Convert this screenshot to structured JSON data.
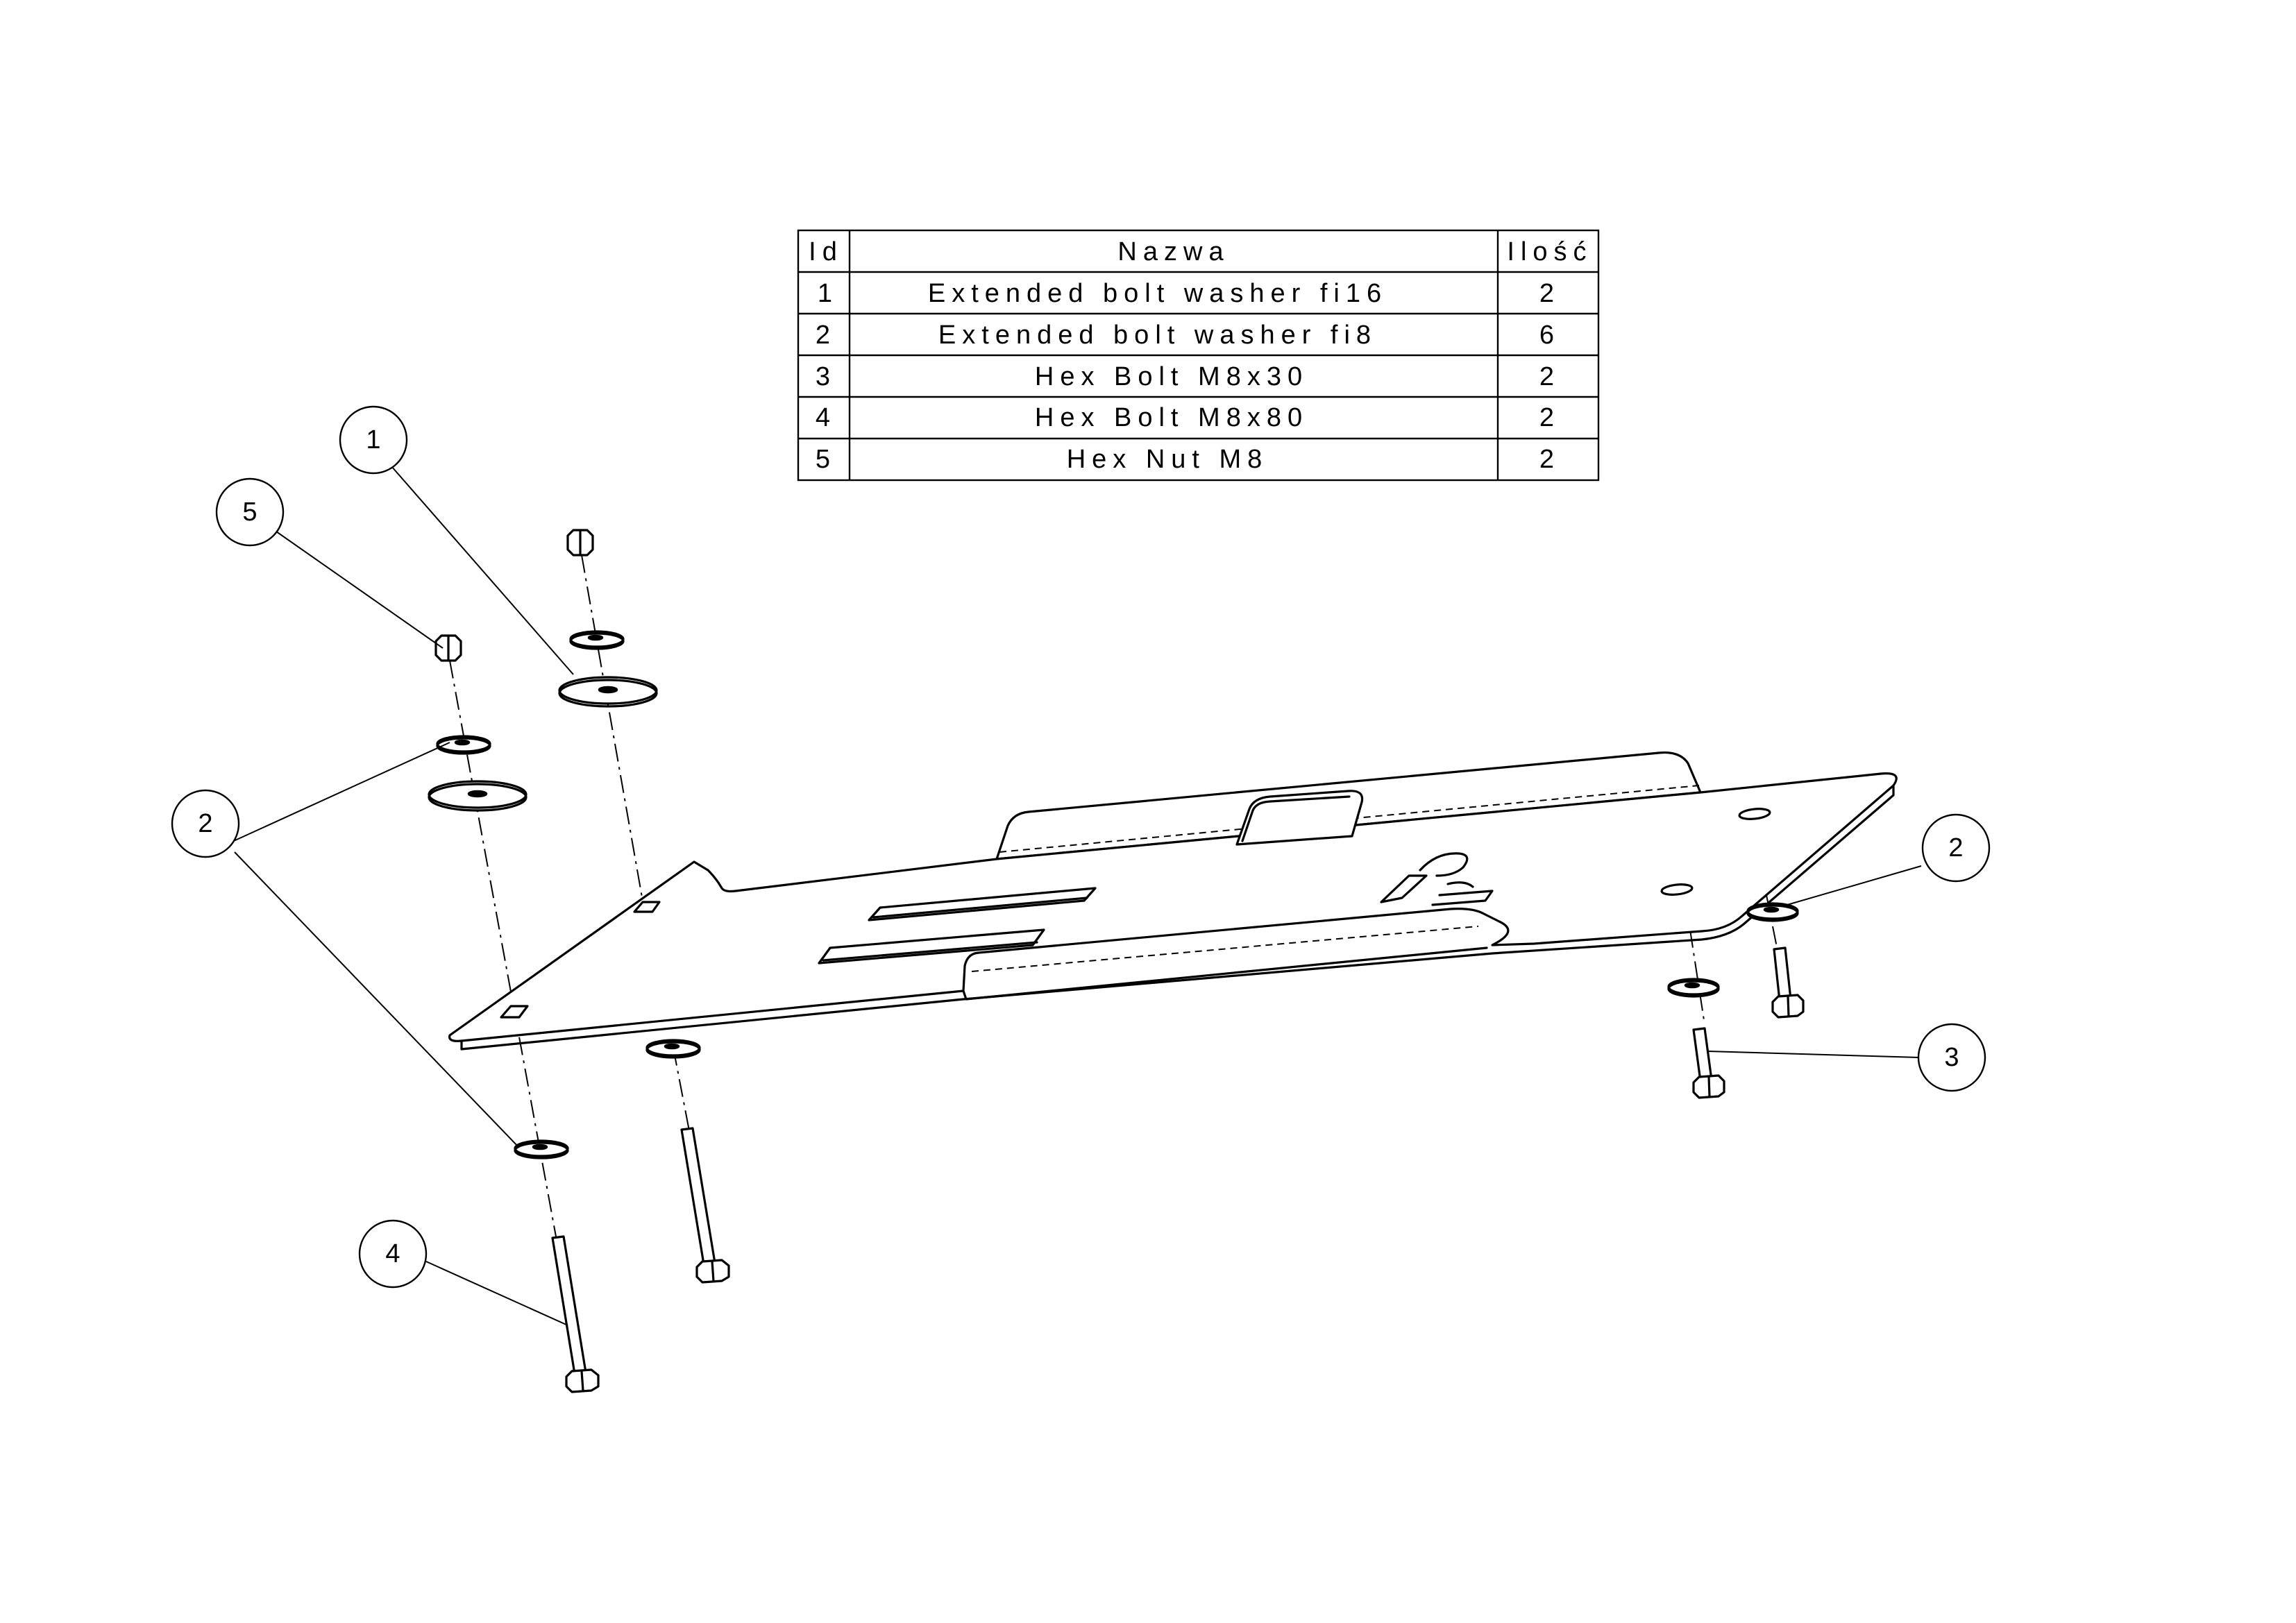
{
  "bom": {
    "headers": {
      "id": "Id",
      "name": "Nazwa",
      "qty": "Ilość"
    },
    "rows": [
      {
        "id": "1",
        "name": "Extended bolt washer fi16",
        "qty": "2"
      },
      {
        "id": "2",
        "name": "Extended bolt washer fi8",
        "qty": "6"
      },
      {
        "id": "3",
        "name": "Hex Bolt M8x30",
        "qty": "2"
      },
      {
        "id": "4",
        "name": "Hex Bolt M8x80",
        "qty": "2"
      },
      {
        "id": "5",
        "name": "Hex Nut M8",
        "qty": "2"
      }
    ]
  },
  "balloons": {
    "b1": "1",
    "b5": "5",
    "b2_left": "2",
    "b2_right": "2",
    "b3": "3",
    "b4": "4"
  }
}
